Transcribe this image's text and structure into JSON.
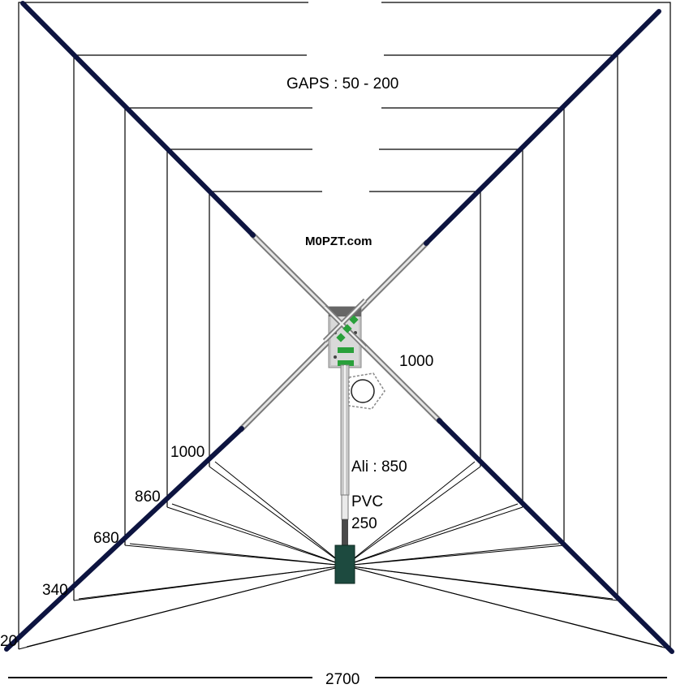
{
  "labels": {
    "gaps": "GAPS : 50 - 200",
    "brand": "M0PZT.com",
    "arm_length": "1000",
    "ali_mast": "Ali : 850",
    "pvc": "PVC",
    "pvc_length": "250",
    "width_total": "2700",
    "spacing_1000": "1000",
    "spacing_860": "860",
    "spacing_680": "680",
    "spacing_340": "340",
    "spacing_20": "20"
  },
  "colors": {
    "spreader": "#0d1440",
    "wire": "#000000",
    "aluminium": "#c8c8c8",
    "bracket": "#bdbdbd",
    "clamp_green": "#29a03a",
    "feed_box": "#1d4a3f",
    "pvc": "#4a4a4a"
  }
}
